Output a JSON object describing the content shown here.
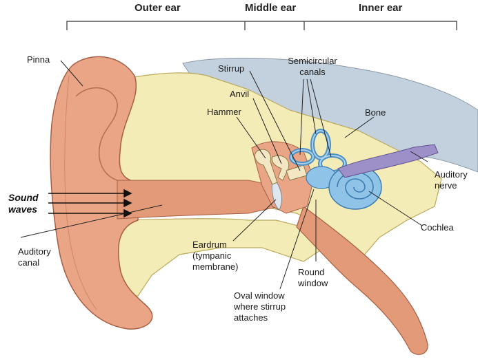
{
  "sections": {
    "outer": "Outer ear",
    "middle": "Middle ear",
    "inner": "Inner ear"
  },
  "labels": {
    "pinna": "Pinna",
    "stirrup": "Stirrup",
    "semicircular_1": "Semicircular",
    "semicircular_2": "canals",
    "anvil": "Anvil",
    "hammer": "Hammer",
    "bone": "Bone",
    "auditory_nerve_1": "Auditory",
    "auditory_nerve_2": "nerve",
    "sound_waves_1": "Sound",
    "sound_waves_2": "waves",
    "cochlea": "Cochlea",
    "auditory_canal_1": "Auditory",
    "auditory_canal_2": "canal",
    "eardrum_1": "Eardrum",
    "eardrum_2": "(tympanic",
    "eardrum_3": "membrane)",
    "round_window_1": "Round",
    "round_window_2": "window",
    "oval_window_1": "Oval window",
    "oval_window_2": "where stirrup",
    "oval_window_3": "attaches"
  },
  "colors": {
    "skin": "#e9a585",
    "skin_dark": "#c7735a",
    "bone_yellow": "#f4ecb6",
    "bone_gray": "#c9ccc6",
    "skull_blue": "#c3d0dd",
    "inner_ear_blue": "#8fc3e8",
    "nerve_purple": "#9d8fc8"
  }
}
